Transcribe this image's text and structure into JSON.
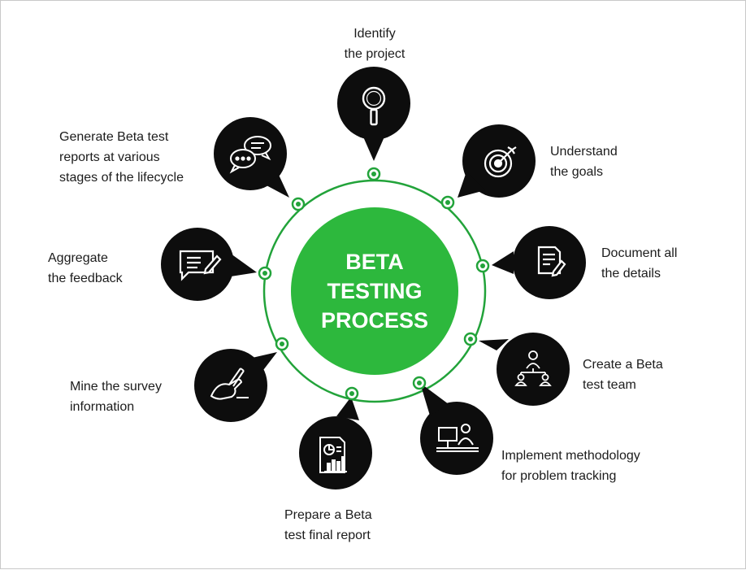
{
  "title": {
    "lines": [
      "BETA",
      "TESTING",
      "PROCESS"
    ]
  },
  "colors": {
    "ring": "#22a33a",
    "center": "#2db83d",
    "bubble": "#0d0d0d",
    "icon": "#ffffff",
    "text": "#1c1c1c"
  },
  "steps": [
    {
      "id": "identify",
      "icon": "magnifier-icon",
      "lines": [
        "Identify",
        "the project"
      ]
    },
    {
      "id": "goals",
      "icon": "target-icon",
      "lines": [
        "Understand",
        "the goals"
      ]
    },
    {
      "id": "document",
      "icon": "document-edit-icon",
      "lines": [
        "Document all",
        "the details"
      ]
    },
    {
      "id": "team",
      "icon": "team-icon",
      "lines": [
        "Create a Beta",
        "test team"
      ]
    },
    {
      "id": "methodology",
      "icon": "computer-user-icon",
      "lines": [
        "Implement methodology",
        "for problem tracking"
      ]
    },
    {
      "id": "final-report",
      "icon": "report-chart-icon",
      "lines": [
        "Prepare a Beta",
        "test final report"
      ]
    },
    {
      "id": "survey",
      "icon": "hand-writing-icon",
      "lines": [
        "Mine the survey",
        "information"
      ]
    },
    {
      "id": "aggregate",
      "icon": "feedback-icon",
      "lines": [
        "Aggregate",
        "the feedback"
      ]
    },
    {
      "id": "reports",
      "icon": "chat-bubbles-icon",
      "lines": [
        "Generate Beta test",
        "reports at various",
        "stages of the lifecycle"
      ]
    }
  ]
}
